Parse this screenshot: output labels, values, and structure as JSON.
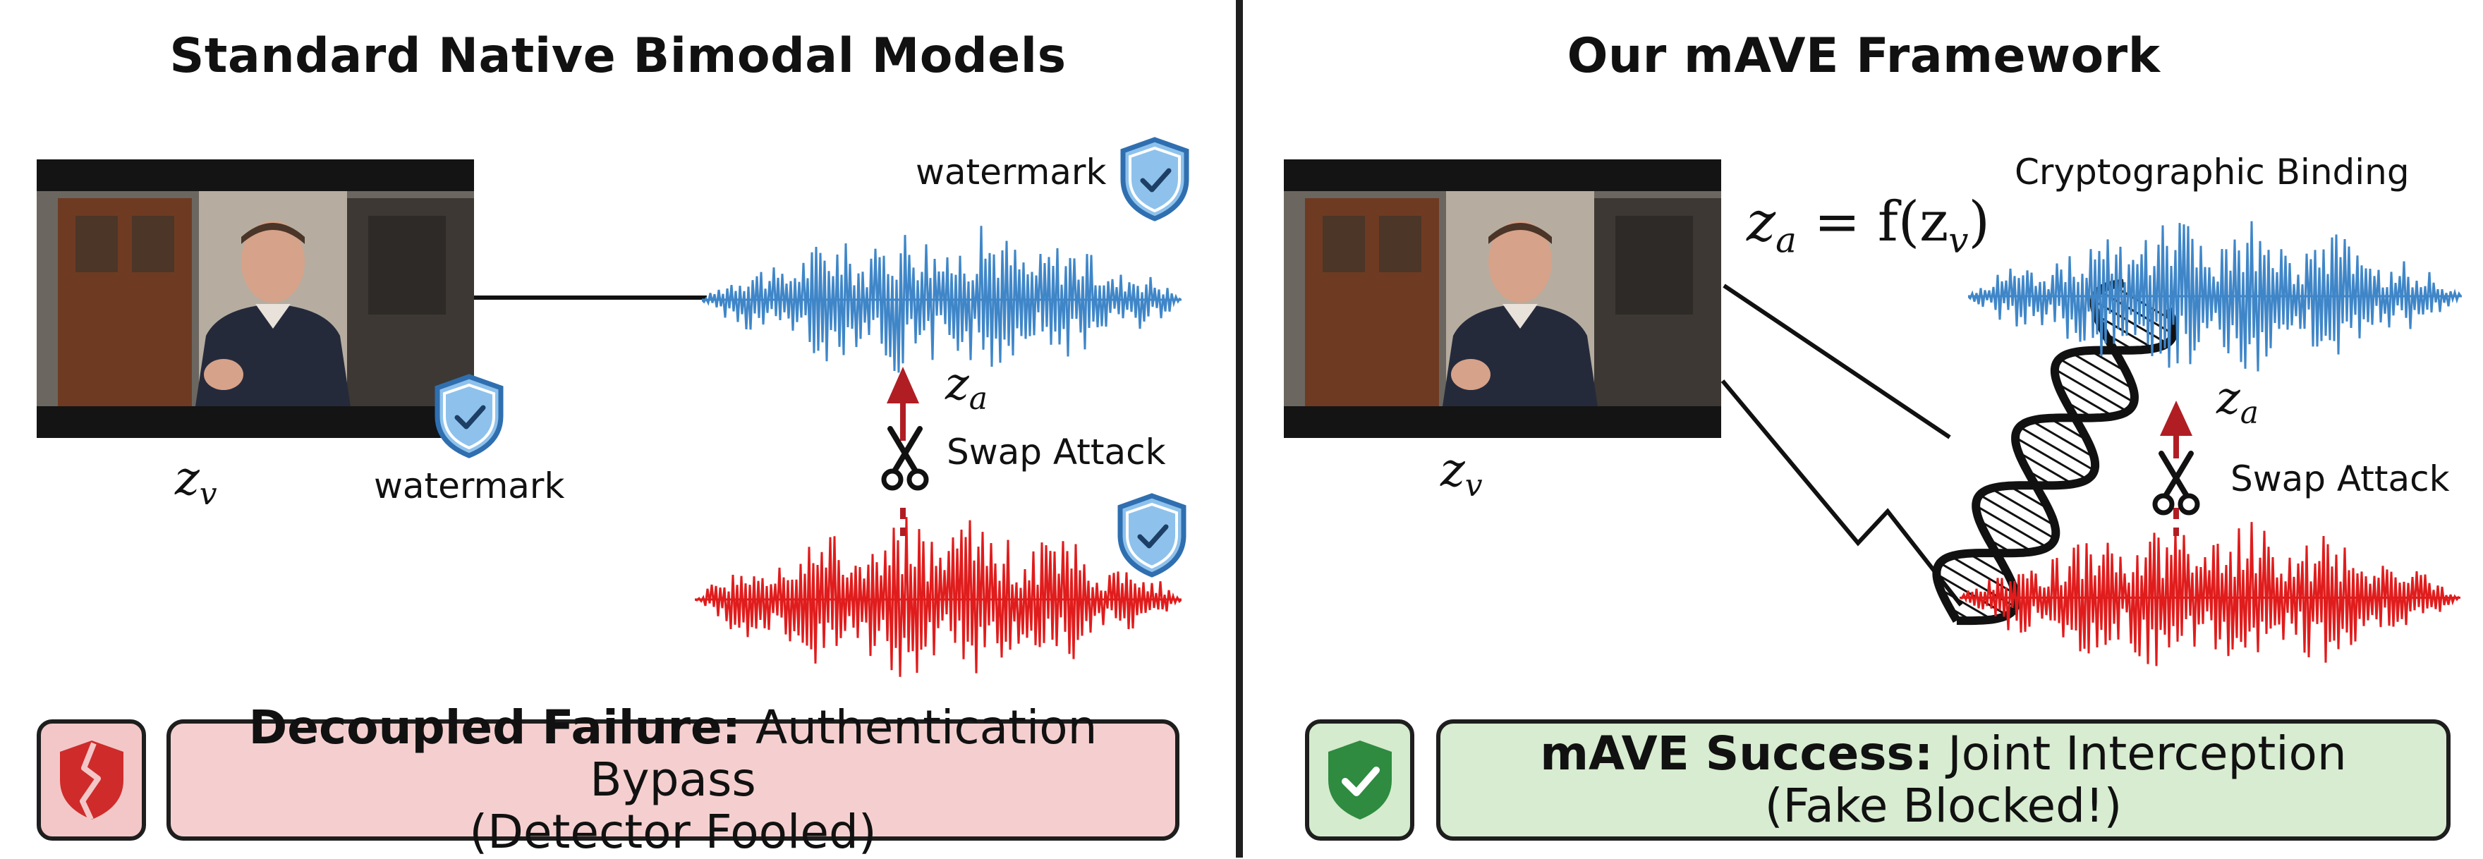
{
  "left": {
    "title": "Standard Native Bimodal Models",
    "watermark_audio_label": "watermark",
    "watermark_video_label": "watermark",
    "video_latent": "z",
    "video_latent_sub": "v",
    "audio_latent": "z",
    "audio_latent_sub": "a",
    "swap_label": "Swap Attack",
    "result": {
      "bold": "Decoupled Failure:",
      "rest": " Authentication Bypass",
      "line2": "(Detector Fooled)"
    },
    "colors": {
      "box_fill": "#f5cfcf",
      "icon_fill": "#f3c7c7",
      "icon": "#cf2b2b"
    }
  },
  "right": {
    "title": "Our mAVE Framework",
    "binding_label": "Cryptographic Binding",
    "equation_lhs": "z",
    "equation_lhs_sub": "a",
    "equation_mid": " = f(z",
    "equation_mid_sub": "v",
    "equation_end": ")",
    "video_latent": "z",
    "video_latent_sub": "v",
    "audio_latent": "z",
    "audio_latent_sub": "a",
    "swap_label": "Swap Attack",
    "result": {
      "bold": "mAVE Success:",
      "rest": " Joint Interception",
      "line2": "(Fake Blocked!)"
    },
    "colors": {
      "box_fill": "#d7ecd0",
      "icon_fill": "#d4ebcd",
      "icon": "#2e8b40"
    }
  },
  "colors": {
    "blue_wave": "#3f86c8",
    "red_wave": "#e01c1c",
    "shield": "#8ec2ec",
    "shield_stroke": "#2f6fb0",
    "arrow": "#b01e24"
  },
  "icons": [
    "video-frame",
    "shield-check-icon",
    "scissors-icon",
    "broken-shield-icon",
    "shield-check-icon",
    "dna-helix-icon"
  ]
}
